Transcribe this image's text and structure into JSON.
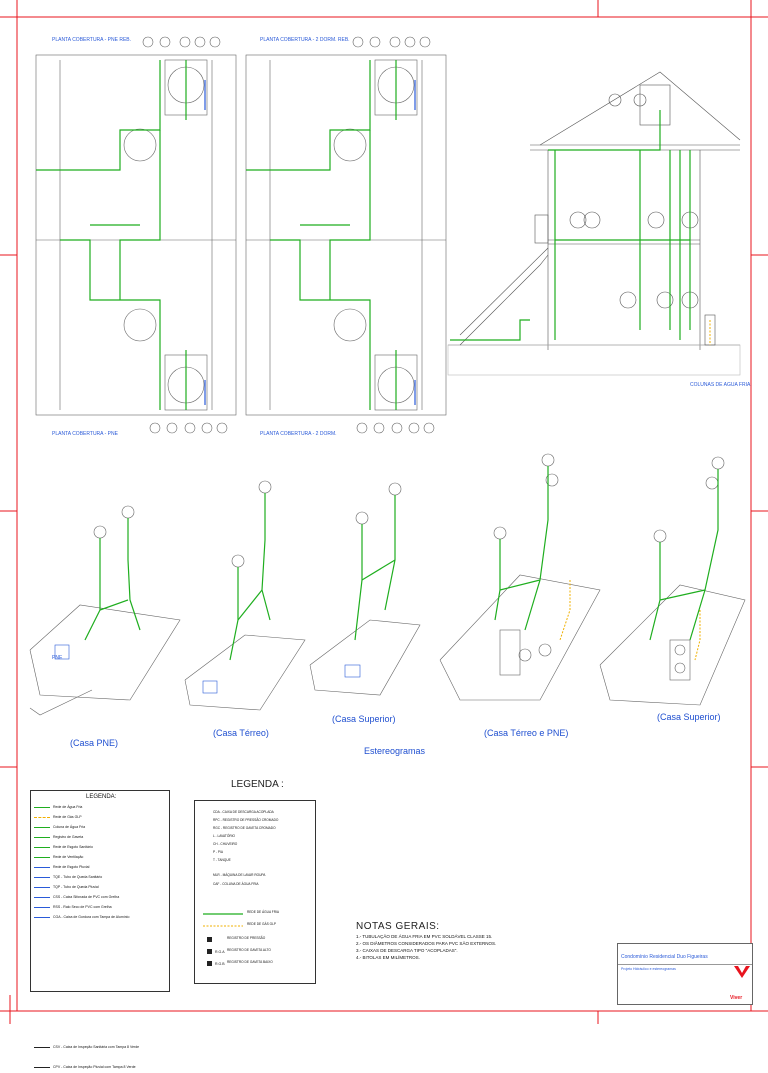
{
  "plans": {
    "cobertura_pne_reb": "PLANTA COBERTURA - PNE REB.",
    "cobertura_2dorm_reb": "PLANTA COBERTURA - 2 DORM. REB.",
    "cobertura_pne": "PLANTA COBERTURA - PNE",
    "cobertura_2dorm": "PLANTA COBERTURA - 2 DORM.",
    "colunas": "COLUNAS DE AGUA FRIA"
  },
  "stereo": {
    "casa_pne": "(Casa PNE)",
    "casa_terreo": "(Casa Térreo)",
    "casa_superior_1": "(Casa Superior)",
    "casa_terreo_pne": "(Casa Térreo e PNE)",
    "casa_superior_2": "(Casa Superior)",
    "title": "Estereogramas",
    "pne_tag": "PNE"
  },
  "legenda_title": "LEGENDA :",
  "legend1": {
    "header": "LEGENDA:",
    "rows": [
      "Rede de Água Fria",
      "Rede de Gás GLP",
      "Coluna de Água Fria",
      "Registro de Gaveta",
      "Rede de Esgoto Sanitário",
      "Rede de Ventilação",
      "Rede de Esgoto Pluvial",
      "TQE - Tubo de Queda Sanitário",
      "TQP - Tubo de Queda Pluvial",
      "CSS - Caixa Sifonada de PVC com Grelha",
      "RSS - Ralo Seco de PVC com Grelha",
      "CGA - Caixa de Gordura com Tampa de Alumínio",
      "CSV - Caixa de Inspeção Sanitária com Tampa 8 Verde",
      "CPV - Caixa de Inspeção Pluvial com Tampa 8 Verde"
    ]
  },
  "legend2": {
    "abbr": [
      "CDA - CAIXA DE DESCARGA ACOPLADA",
      "RPC - REGISTRO DE PRESSÃO CROMADO",
      "RGC - REGISTRO DE GAVETA CROMADO",
      "L - LAVATÓRIO",
      "CH - CHUVEIRO",
      "P - PIA",
      "T - TANQUE",
      "MLR - MÁQUINA DE LAVAR ROUPA",
      "CAF - COLUNA DE ÁGUA FRIA"
    ],
    "lines": [
      "REDE DE ÁGUA FRIA",
      "REDE DE GÁS GLP"
    ],
    "symbols": [
      "REGISTRO DE PRESSÃO",
      "REGISTRO DE GAVETA ALTO",
      "REGISTRO DE GAVETA BAIXO"
    ],
    "symbol_tags": [
      "R.G.A",
      "R.G.B"
    ]
  },
  "notes": {
    "title": "NOTAS GERAIS:",
    "items": [
      "1.- TUBULAÇÃO DE ÁGUA FRIA EM PVC SOLDÁVEL CLASSE 15.",
      "2.- OS DIÂMETROS CONSIDERADOS PARA PVC SÃO EXTERNOS.",
      "3.- CAIXAS DE DESCARGA TIPO \"ACOPLADAS\".",
      "4.- BITOLAS EM MILÍMETROS."
    ]
  },
  "titleblock": {
    "project": "Condomínio Residencial Duo Figueiras",
    "sheet": "Projeto Hidráulico e estereogramas",
    "logo": "Viver"
  },
  "colors": {
    "water_cold": "#1fae1f",
    "gas": "#f0b000",
    "frame": "#e8141e",
    "blue_text": "#2a5ad8"
  },
  "icons": [
    "gear-icon"
  ]
}
